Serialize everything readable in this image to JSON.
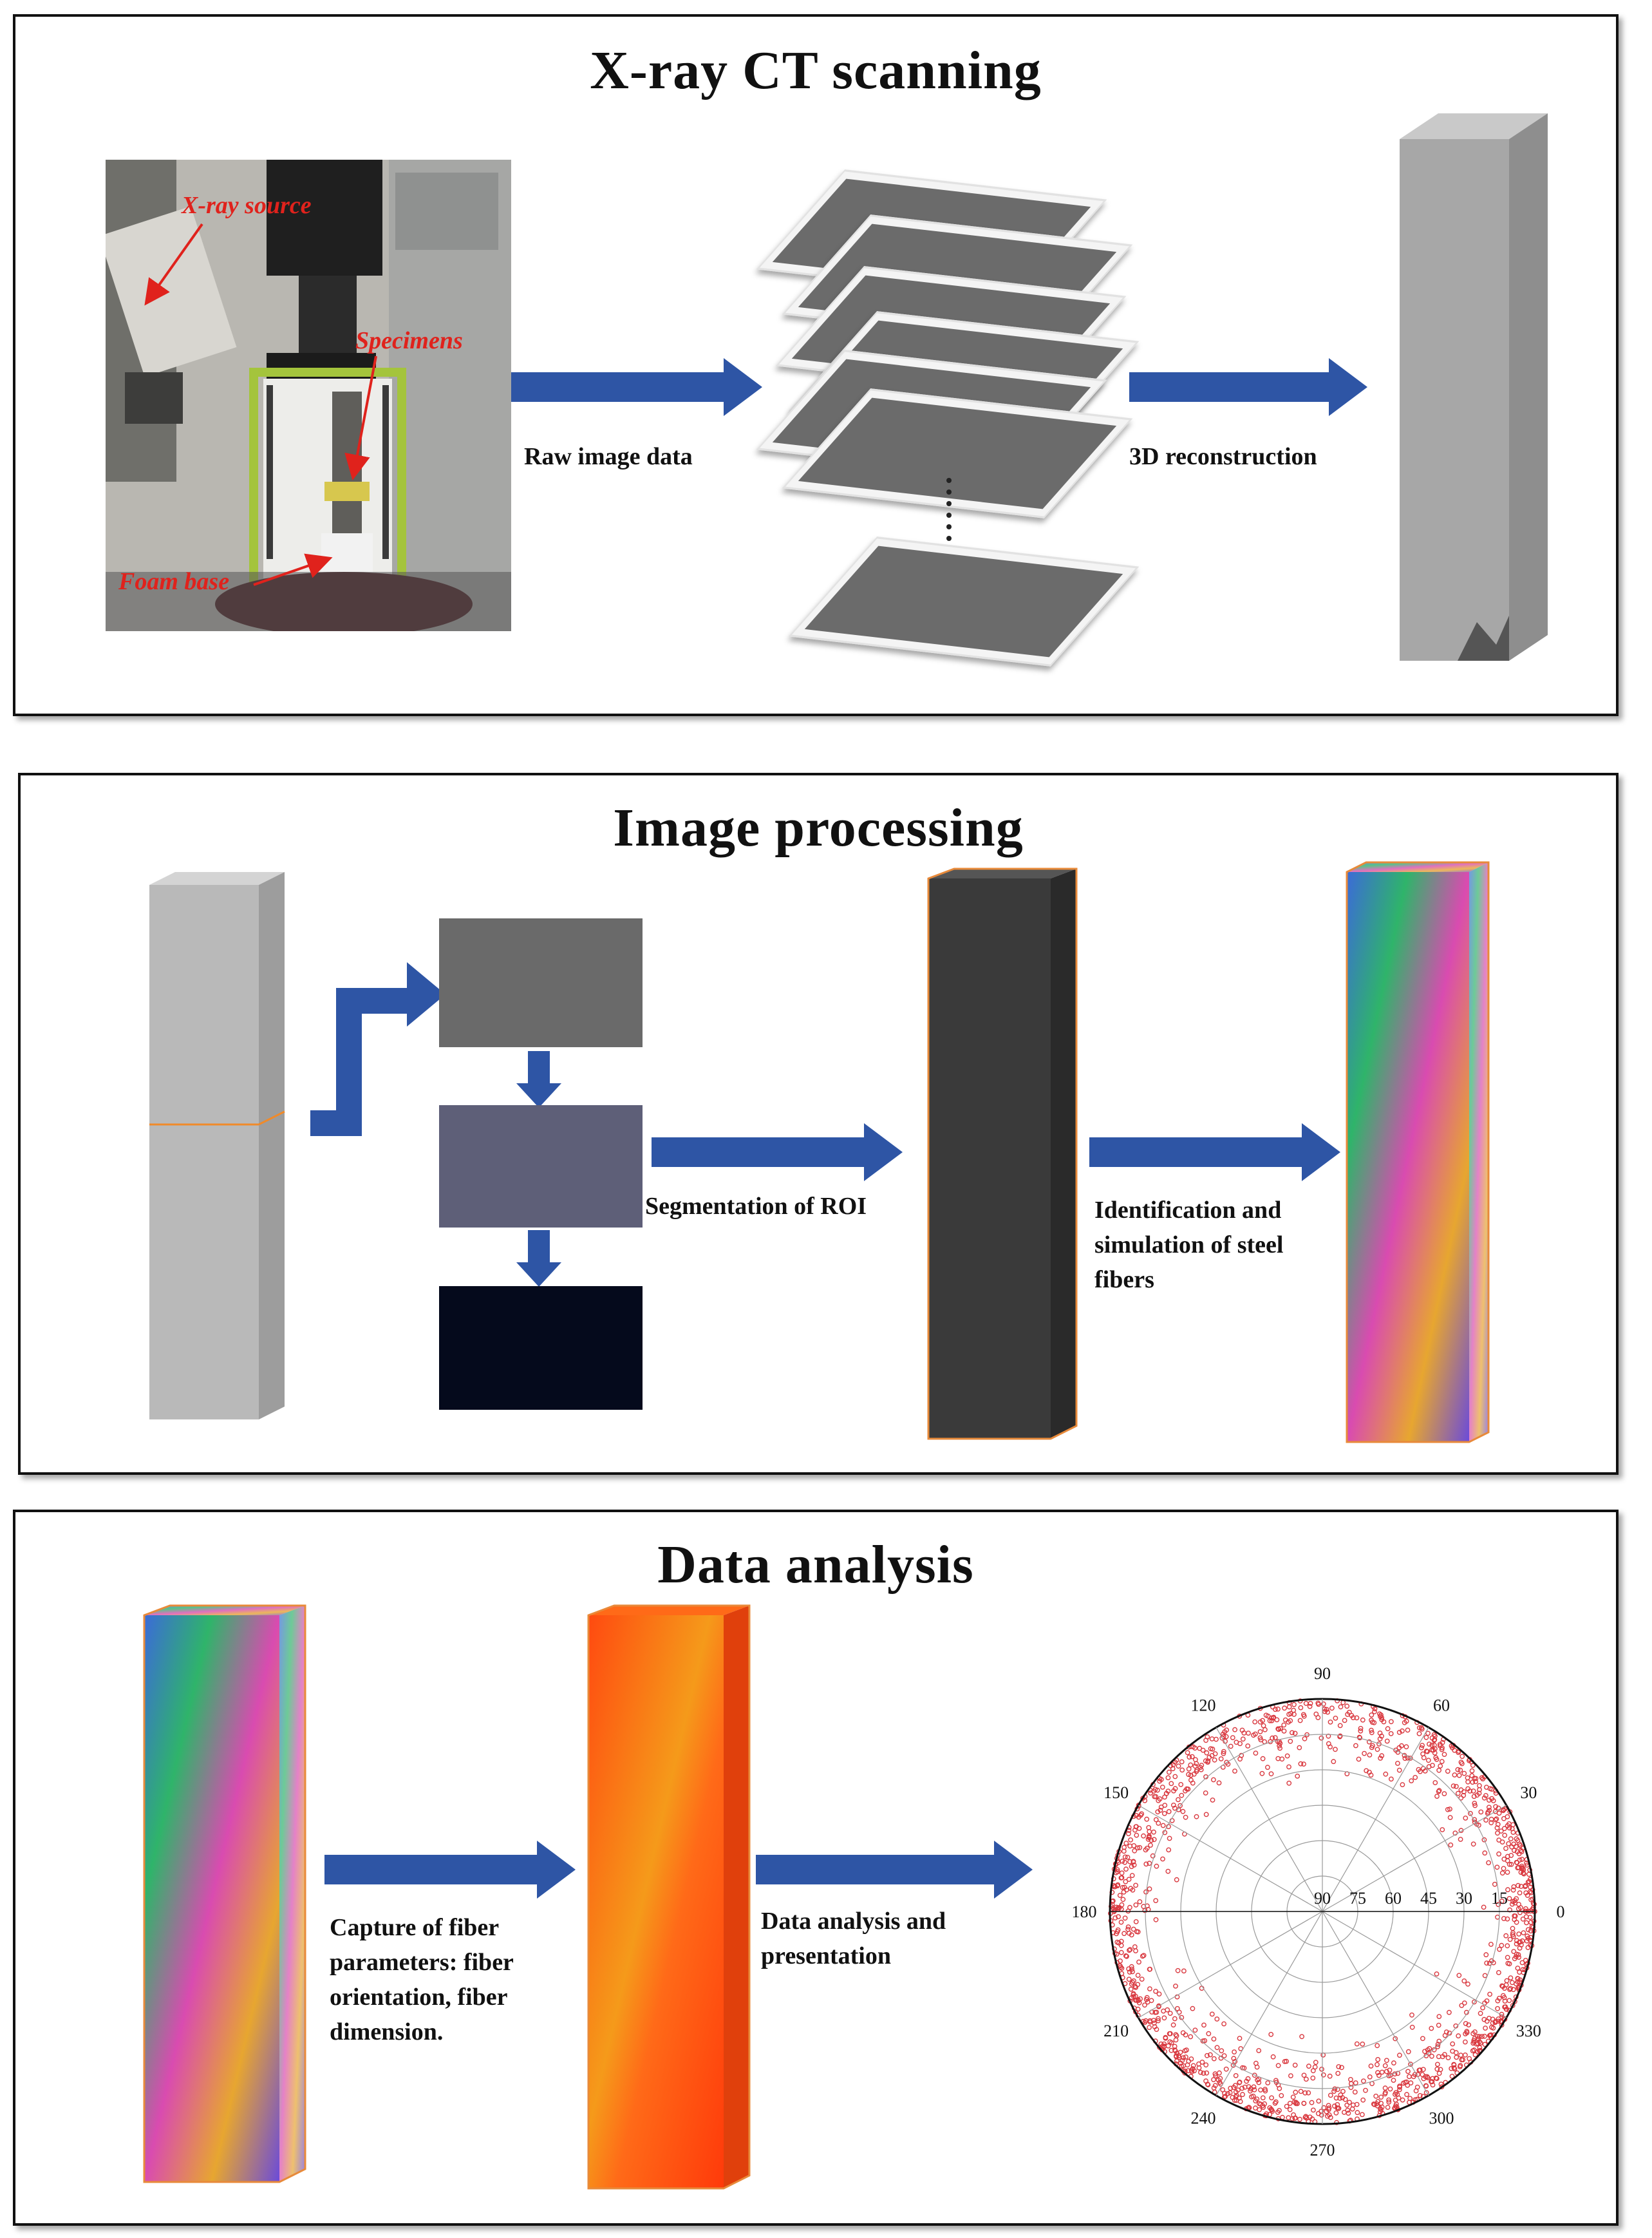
{
  "panels": {
    "scanning": {
      "title": "X-ray CT scanning",
      "photo_labels": {
        "source": "X-ray source",
        "specimens": "Specimens",
        "base": "Foam base"
      },
      "arrow1_label": "Raw image data",
      "arrow2_label": "3D reconstruction"
    },
    "processing": {
      "title": "Image processing",
      "arrow1_label": "Segmentation of ROI",
      "arrow2_label": [
        "Identification and",
        "simulation of steel",
        "fibers"
      ]
    },
    "analysis": {
      "title": "Data analysis",
      "arrow1_label": [
        "Capture of fiber",
        "parameters: fiber",
        "orientation, fiber",
        "dimension."
      ],
      "arrow2_label": [
        "Data analysis and",
        "presentation"
      ]
    }
  },
  "polar_chart": {
    "type": "scatter",
    "angle_ticks": [
      "0",
      "30",
      "60",
      "90",
      "120",
      "150",
      "180",
      "210",
      "240",
      "270",
      "300",
      "330"
    ],
    "radial_ticks": [
      "90",
      "75",
      "60",
      "45",
      "30",
      "15"
    ],
    "point_color": "#d9383f"
  },
  "colors": {
    "arrow": "#2e55a5",
    "photo_tag": "#e0221c",
    "fiber_orange": "#ff5a10"
  }
}
